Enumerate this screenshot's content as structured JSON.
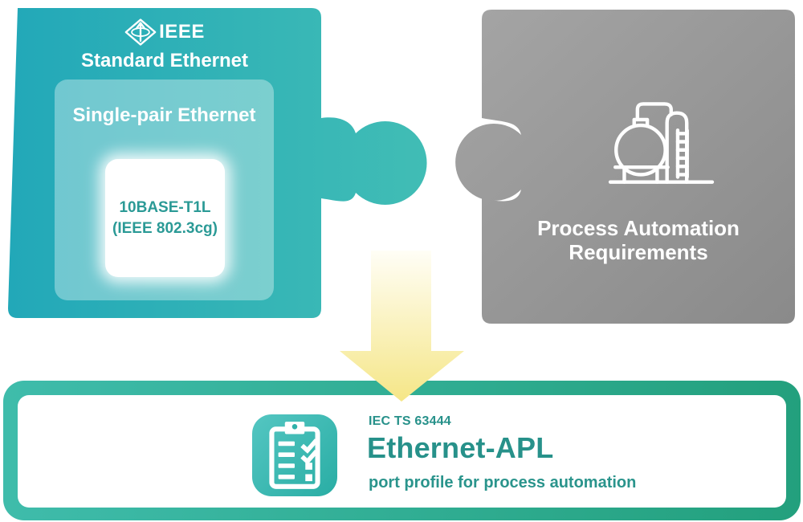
{
  "left_piece": {
    "brand": "IEEE",
    "title": "Standard Ethernet",
    "subgroup_title": "Single-pair Ethernet",
    "chip": {
      "line1": "10BASE-T1L",
      "line2": "(IEEE 802.3cg)"
    }
  },
  "right_piece": {
    "label_line1": "Process Automation",
    "label_line2": "Requirements"
  },
  "result_bar": {
    "spec": "IEC TS 63444",
    "title": "Ethernet-APL",
    "subtitle": "port profile for process automation"
  },
  "icons": {
    "ieee_logo": "ieee-logo-icon",
    "plant": "industrial-plant-icon",
    "clipboard": "clipboard-checklist-icon",
    "arrow": "down-arrow-icon"
  },
  "colors": {
    "teal_left": "#22a8b8",
    "teal_right": "#41bdb5",
    "inner_panel": "rgba(255,255,255,0.35)",
    "chip_text": "#2b9a96",
    "gray_light": "#a5a5a5",
    "gray_dark": "#8a8a8a",
    "arrow_top": "#fffef6",
    "arrow_bottom": "#f5e687",
    "bar_gradient_left": "#3fbcab",
    "bar_gradient_right": "#23a07d",
    "result_text": "#27918a",
    "white": "#ffffff"
  }
}
